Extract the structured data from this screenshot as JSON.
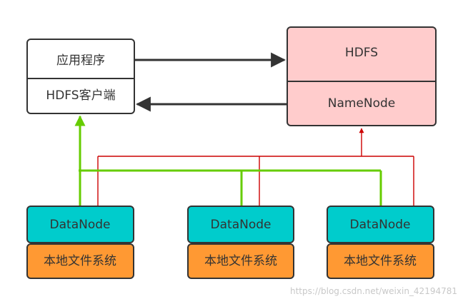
{
  "diagram": {
    "client_box": {
      "top_label": "应用程序",
      "bottom_label": "HDFS客户端"
    },
    "hdfs_box": {
      "top_label": "HDFS",
      "bottom_label": "NameNode"
    },
    "datanodes": [
      {
        "label": "DataNode",
        "storage_label": "本地文件系统"
      },
      {
        "label": "DataNode",
        "storage_label": "本地文件系统"
      },
      {
        "label": "DataNode",
        "storage_label": "本地文件系统"
      }
    ],
    "watermark": "https://blog.csdn.net/weixin_42194781"
  },
  "colors": {
    "client_fill": "#ffffff",
    "hdfs_fill": "#ffcccc",
    "datanode_fill": "#00cccc",
    "storage_fill": "#ff9933",
    "green_line": "#66cc00",
    "red_line": "#cc0000",
    "border": "#333333",
    "arrow": "#333333",
    "watermark": "#c8c8c8"
  }
}
